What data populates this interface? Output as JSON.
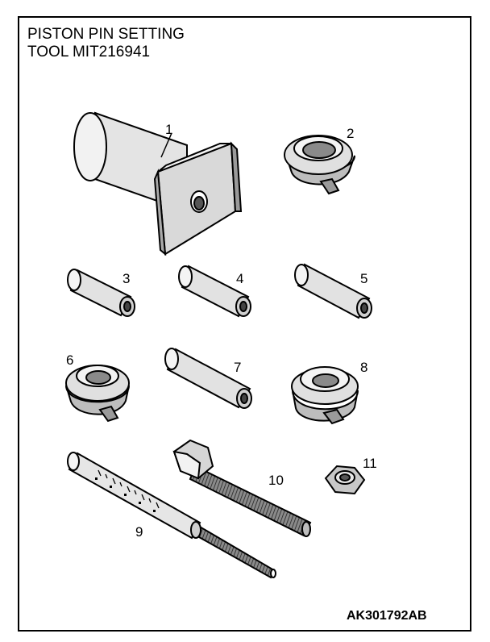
{
  "title": {
    "line1": "PISTON PIN SETTING",
    "line2": "TOOL MIT216941"
  },
  "callouts": [
    "1",
    "2",
    "3",
    "4",
    "5",
    "6",
    "7",
    "8",
    "9",
    "10",
    "11"
  ],
  "reference_code": "AK301792AB",
  "colors": {
    "stroke": "#000000",
    "fill_light": "#e6e6e6",
    "fill_mid": "#cccccc",
    "fill_dark": "#9a9a9a",
    "background": "#ffffff"
  }
}
